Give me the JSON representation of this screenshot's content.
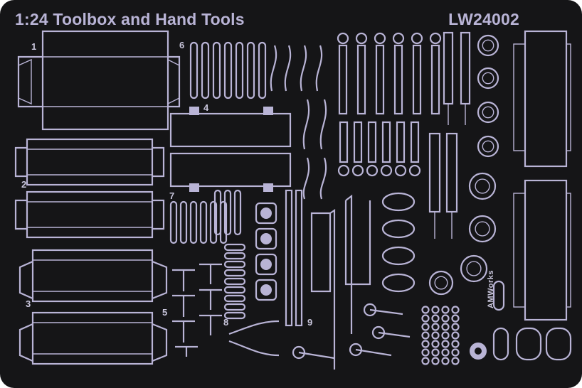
{
  "sheet": {
    "title": "1:24 Toolbox and Hand Tools",
    "code": "LW24002",
    "brand": "AMWorks",
    "part_numbers": [
      "1",
      "2",
      "3",
      "4",
      "5",
      "6",
      "7",
      "8",
      "9"
    ]
  },
  "colors": {
    "background": "#151517",
    "metal": "#b9b4d6",
    "text": "#c9c6dc",
    "dark": "#0f0f12"
  }
}
